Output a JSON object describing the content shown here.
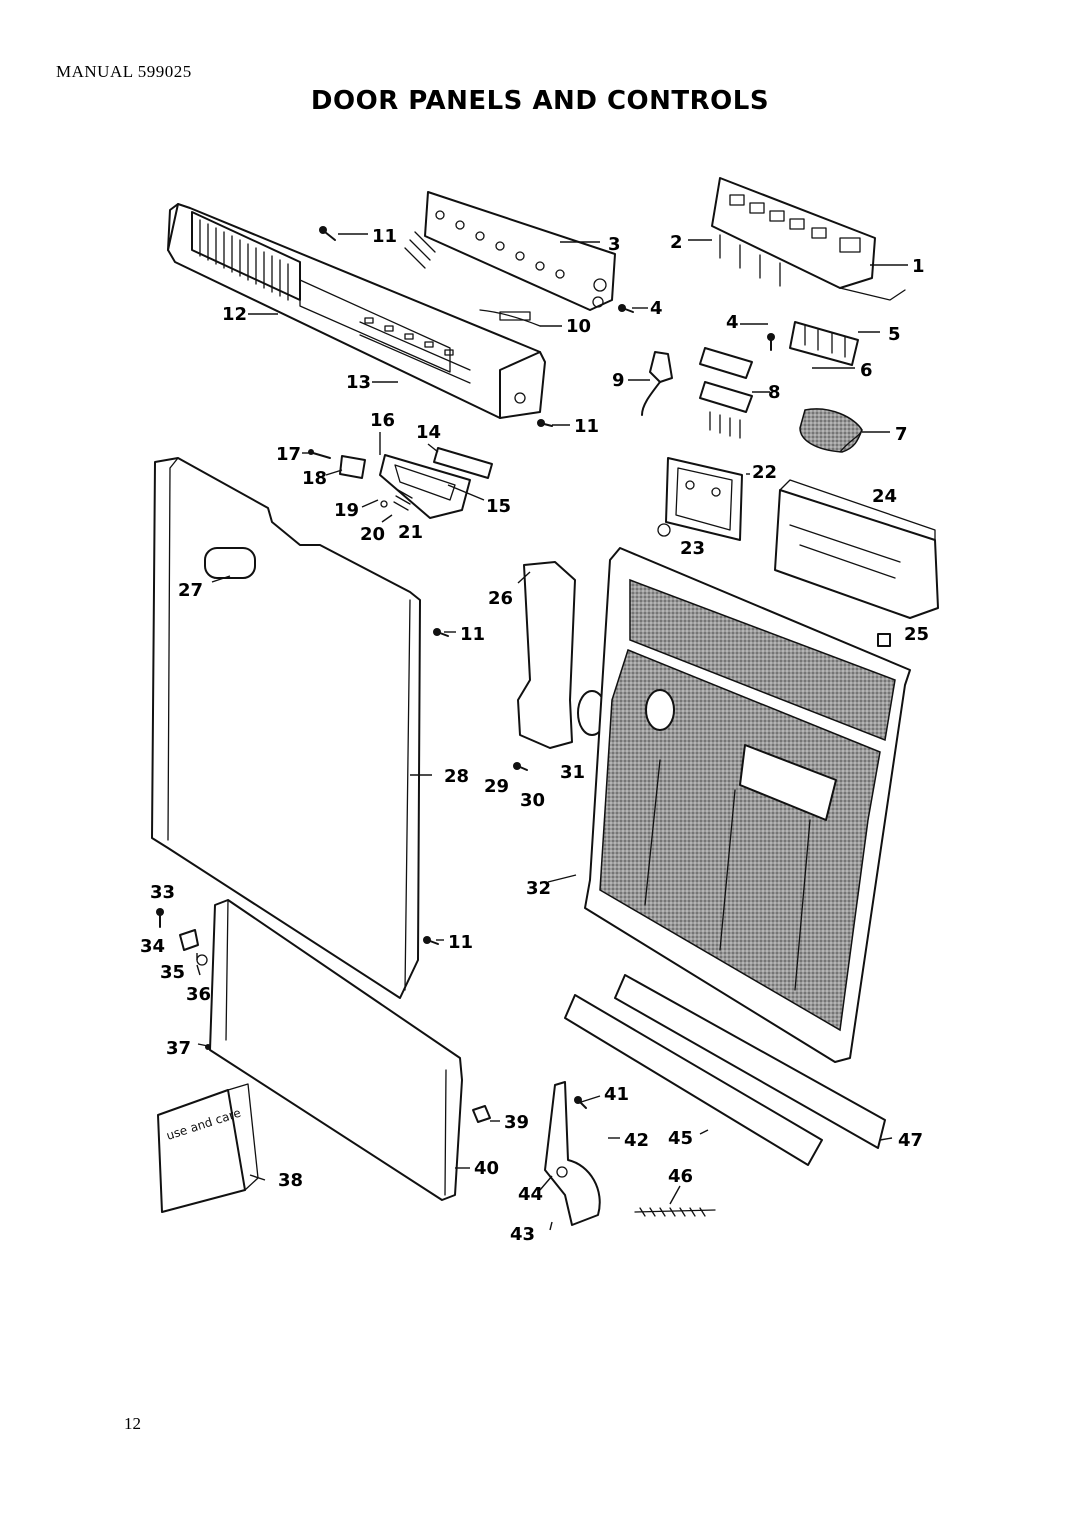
{
  "header": {
    "manual": "MANUAL 599025",
    "title": "DOOR PANELS AND CONTROLS"
  },
  "footer": {
    "page_number": "12"
  },
  "diagram": {
    "booklet_text": "use and care",
    "callouts": {
      "c1": "1",
      "c2": "2",
      "c3": "3",
      "c4a": "4",
      "c4b": "4",
      "c5": "5",
      "c6": "6",
      "c7": "7",
      "c8": "8",
      "c9": "9",
      "c10": "10",
      "c11a": "11",
      "c11b": "11",
      "c11c": "11",
      "c11d": "11",
      "c12": "12",
      "c13": "13",
      "c14": "14",
      "c15": "15",
      "c16": "16",
      "c17": "17",
      "c18": "18",
      "c19": "19",
      "c20": "20",
      "c21": "21",
      "c22": "22",
      "c23": "23",
      "c24": "24",
      "c25": "25",
      "c26": "26",
      "c27": "27",
      "c28": "28",
      "c29": "29",
      "c30": "30",
      "c31": "31",
      "c32": "32",
      "c33": "33",
      "c34": "34",
      "c35": "35",
      "c36": "36",
      "c37": "37",
      "c38": "38",
      "c39": "39",
      "c40": "40",
      "c41": "41",
      "c42": "42",
      "c43": "43",
      "c44": "44",
      "c45": "45",
      "c46": "46",
      "c47": "47"
    }
  }
}
